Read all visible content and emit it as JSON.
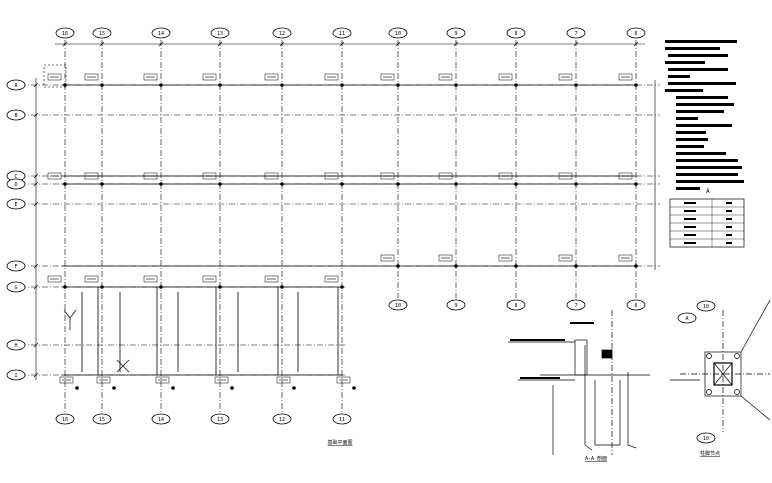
{
  "drawing": {
    "plan_caption": "基础平面图",
    "section_caption": "A-A 剖面",
    "detail_caption": "柱脚节点",
    "legend_marker": "A"
  },
  "grids": {
    "top_cols": [
      "16",
      "15",
      "14",
      "13",
      "12",
      "11",
      "10",
      "9",
      "8",
      "7",
      "6"
    ],
    "bottom_cols": [
      "16",
      "15",
      "14",
      "13",
      "12",
      "11"
    ],
    "mid_bottom_cols": [
      "10",
      "9",
      "8",
      "7",
      "6"
    ],
    "rows": [
      "A",
      "B",
      "C",
      "D",
      "E",
      "F",
      "G",
      "H",
      "I"
    ]
  },
  "colors": {
    "line": "#000000",
    "background": "#ffffff"
  }
}
